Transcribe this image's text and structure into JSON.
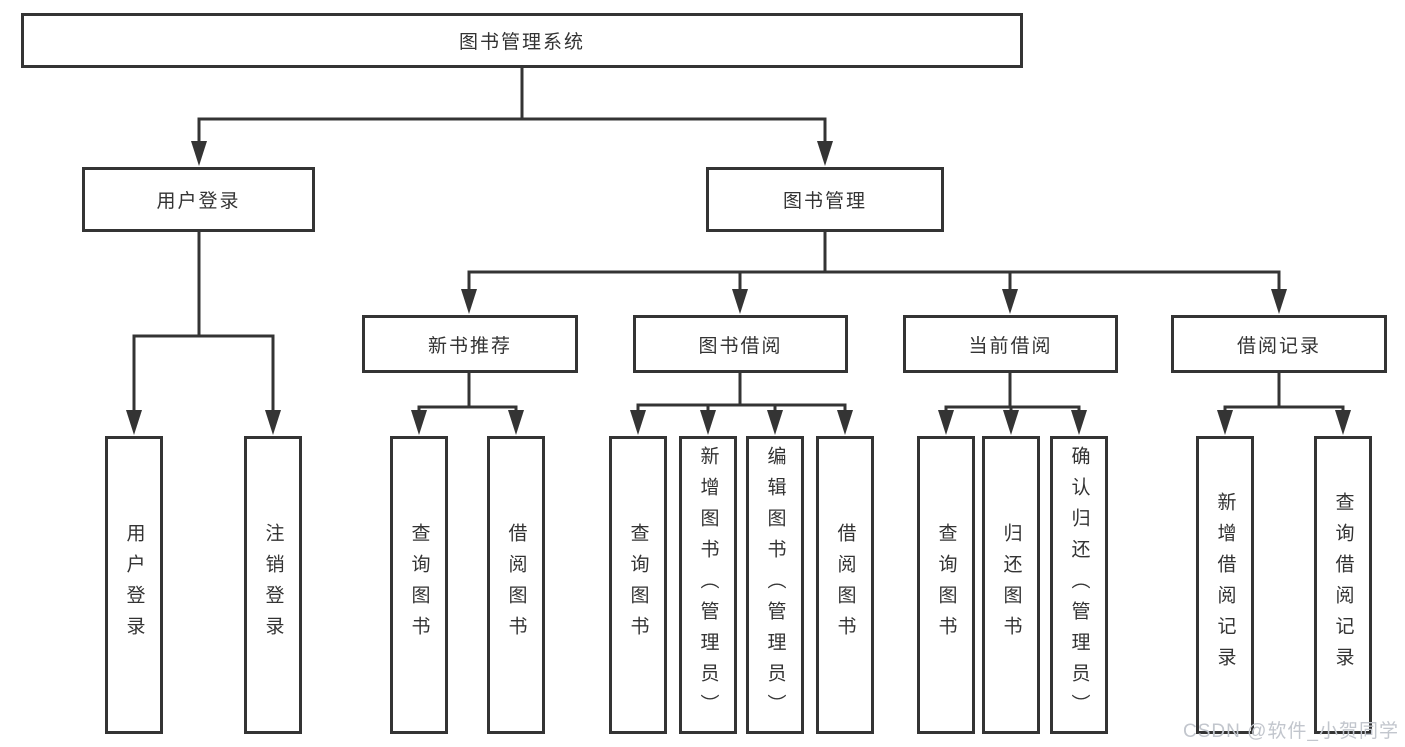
{
  "colors": {
    "line": "#343434",
    "box_border": "#343434",
    "text": "#333333",
    "background": "#ffffff",
    "watermark_text": "#c2c6cd"
  },
  "tree": {
    "label": "图书管理系统",
    "children": [
      {
        "label": "用户登录",
        "children": [
          {
            "label": "用户登录"
          },
          {
            "label": "注销登录"
          }
        ]
      },
      {
        "label": "图书管理",
        "children": [
          {
            "label": "新书推荐",
            "children": [
              {
                "label": "查询图书"
              },
              {
                "label": "借阅图书"
              }
            ]
          },
          {
            "label": "图书借阅",
            "children": [
              {
                "label": "查询图书"
              },
              {
                "label": "新增图书（管理员）"
              },
              {
                "label": "编辑图书（管理员）"
              },
              {
                "label": "借阅图书"
              }
            ]
          },
          {
            "label": "当前借阅",
            "children": [
              {
                "label": "查询图书"
              },
              {
                "label": "归还图书"
              },
              {
                "label": "确认归还（管理员）"
              }
            ]
          },
          {
            "label": "借阅记录",
            "children": [
              {
                "label": "新增借阅记录"
              },
              {
                "label": "查询借阅记录"
              }
            ]
          }
        ]
      }
    ]
  },
  "watermark": {
    "text": "CSDN @软件_小贺同学"
  }
}
